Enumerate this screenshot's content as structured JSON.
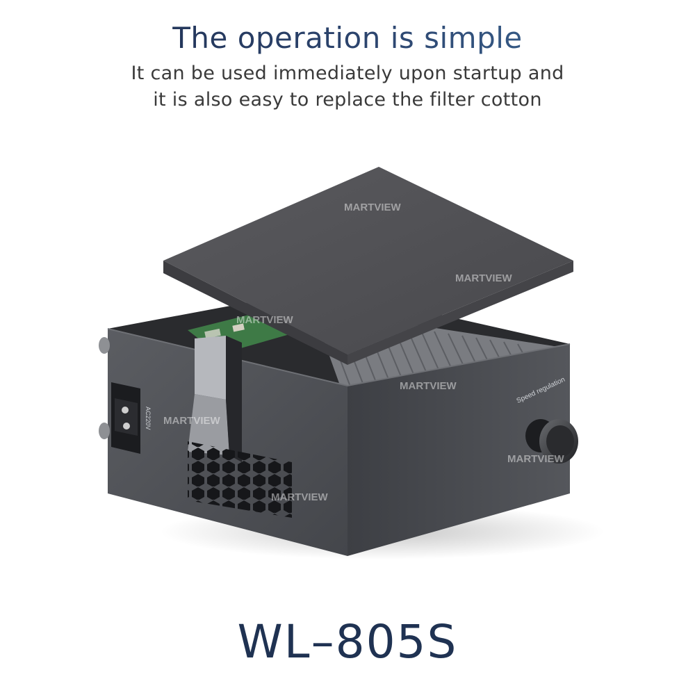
{
  "header": {
    "title": "The operation is simple",
    "subtitle_line1": "It can be used immediately upon startup and",
    "subtitle_line2": "it is also easy to replace the filter cotton"
  },
  "product": {
    "watermark": "MARTVIEW",
    "knob_label": "Speed regulation",
    "socket_label": "AC220V",
    "accent_colors": {
      "body": "#4f5156",
      "filter": "#505054",
      "heatsink": "#6d6f74",
      "pcb": "#3e7a46"
    }
  },
  "footer": {
    "model": "WL–805S"
  }
}
